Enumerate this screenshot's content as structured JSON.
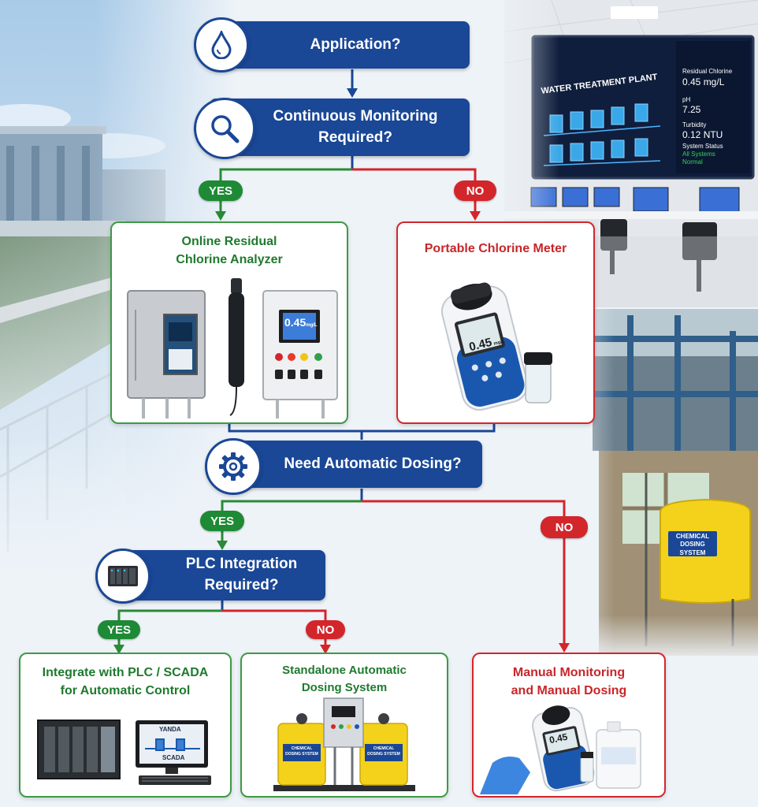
{
  "questions": {
    "application": "Application?",
    "monitoring_line1": "Continuous Monitoring",
    "monitoring_line2": "Required?",
    "dosing": "Need Automatic Dosing?",
    "plc_line1": "PLC Integration",
    "plc_line2": "Required?"
  },
  "labels": {
    "yes": "YES",
    "no": "NO"
  },
  "outcomes": {
    "online_line1": "Online Residual",
    "online_line2": "Chlorine Analyzer",
    "portable": "Portable Chlorine Meter",
    "integrate_line1": "Integrate with PLC / SCADA",
    "integrate_line2": "for Automatic Control",
    "standalone_line1": "Standalone Automatic",
    "standalone_line2": "Dosing System",
    "manual_line1": "Manual Monitoring",
    "manual_line2": "and Manual Dosing"
  },
  "screen": {
    "title": "WATER TREATMENT PLANT",
    "residual_label": "Residual Chlorine",
    "residual_value": "0.45 mg/L",
    "ph_label": "pH",
    "ph_value": "7.25",
    "turbidity_label": "Turbidity",
    "turbidity_value": "0.12 NTU",
    "status_label": "System Status",
    "status_value1": "All Systems",
    "status_value2": "Normal"
  },
  "product_text": {
    "analyzer_reading": "0.45",
    "analyzer_unit": "mg/L",
    "meter_reading": "0.45",
    "meter_unit": "mg/L",
    "tank_label_line1": "CHEMICAL",
    "tank_label_line2": "DOSING SYSTEM",
    "dosing_tank_line1": "CHEMICAL",
    "dosing_tank_line2": "DOSING SYSTEM",
    "scada_brand": "YANDA",
    "scada_label": "SCADA",
    "manual_reading": "0.45"
  },
  "colors": {
    "question_blue": "#1a4796",
    "yes_green": "#1e8a35",
    "no_red": "#d3262b",
    "card_green_border": "#3d9a45",
    "card_red_border": "#d3262b",
    "tank_yellow": "#f4d21c"
  },
  "icons": {
    "application": "water-drop-icon",
    "monitoring": "magnifier-icon",
    "dosing": "gear-icon",
    "plc": "plc-rack-icon"
  }
}
